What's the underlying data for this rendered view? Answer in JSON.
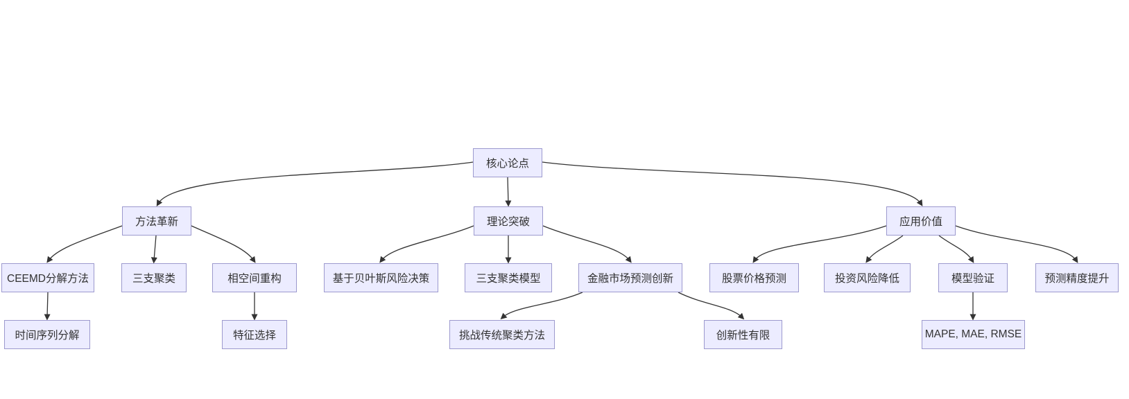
{
  "diagram": {
    "type": "flowchart",
    "orientation": "top-down",
    "colors": {
      "background": "#FFFFFF",
      "node_fill": "#ECECFF",
      "node_border": "#9C99CE",
      "edge": "#333333",
      "text": "#333333"
    },
    "nodes": [
      {
        "id": "core",
        "label": "核心论点"
      },
      {
        "id": "method-innovation",
        "label": "方法革新"
      },
      {
        "id": "theory-breakthrough",
        "label": "理论突破"
      },
      {
        "id": "application-value",
        "label": "应用价值"
      },
      {
        "id": "ceemd",
        "label": "CEEMD分解方法"
      },
      {
        "id": "three-way-clustering",
        "label": "三支聚类"
      },
      {
        "id": "phase-space",
        "label": "相空间重构"
      },
      {
        "id": "bayes-risk-decision",
        "label": "基于贝叶斯风险决策"
      },
      {
        "id": "three-way-model",
        "label": "三支聚类模型"
      },
      {
        "id": "finance-forecast-innovation",
        "label": "金融市场预测创新"
      },
      {
        "id": "stock-price-prediction",
        "label": "股票价格预测"
      },
      {
        "id": "investment-risk-reduction",
        "label": "投资风险降低"
      },
      {
        "id": "model-validation",
        "label": "模型验证"
      },
      {
        "id": "prediction-accuracy",
        "label": "预测精度提升"
      },
      {
        "id": "time-series-decomposition",
        "label": "时间序列分解"
      },
      {
        "id": "feature-selection",
        "label": "特征选择"
      },
      {
        "id": "challenge-traditional-clustering",
        "label": "挑战传统聚类方法"
      },
      {
        "id": "limited-innovation",
        "label": "创新性有限"
      },
      {
        "id": "metrics",
        "label": "MAPE, MAE, RMSE"
      }
    ],
    "edges": [
      {
        "from": "core",
        "to": "method-innovation"
      },
      {
        "from": "core",
        "to": "theory-breakthrough"
      },
      {
        "from": "core",
        "to": "application-value"
      },
      {
        "from": "method-innovation",
        "to": "ceemd"
      },
      {
        "from": "method-innovation",
        "to": "three-way-clustering"
      },
      {
        "from": "method-innovation",
        "to": "phase-space"
      },
      {
        "from": "theory-breakthrough",
        "to": "bayes-risk-decision"
      },
      {
        "from": "theory-breakthrough",
        "to": "three-way-model"
      },
      {
        "from": "theory-breakthrough",
        "to": "finance-forecast-innovation"
      },
      {
        "from": "application-value",
        "to": "stock-price-prediction"
      },
      {
        "from": "application-value",
        "to": "investment-risk-reduction"
      },
      {
        "from": "application-value",
        "to": "model-validation"
      },
      {
        "from": "application-value",
        "to": "prediction-accuracy"
      },
      {
        "from": "ceemd",
        "to": "time-series-decomposition"
      },
      {
        "from": "phase-space",
        "to": "feature-selection"
      },
      {
        "from": "finance-forecast-innovation",
        "to": "challenge-traditional-clustering"
      },
      {
        "from": "finance-forecast-innovation",
        "to": "limited-innovation"
      },
      {
        "from": "model-validation",
        "to": "metrics"
      }
    ]
  }
}
